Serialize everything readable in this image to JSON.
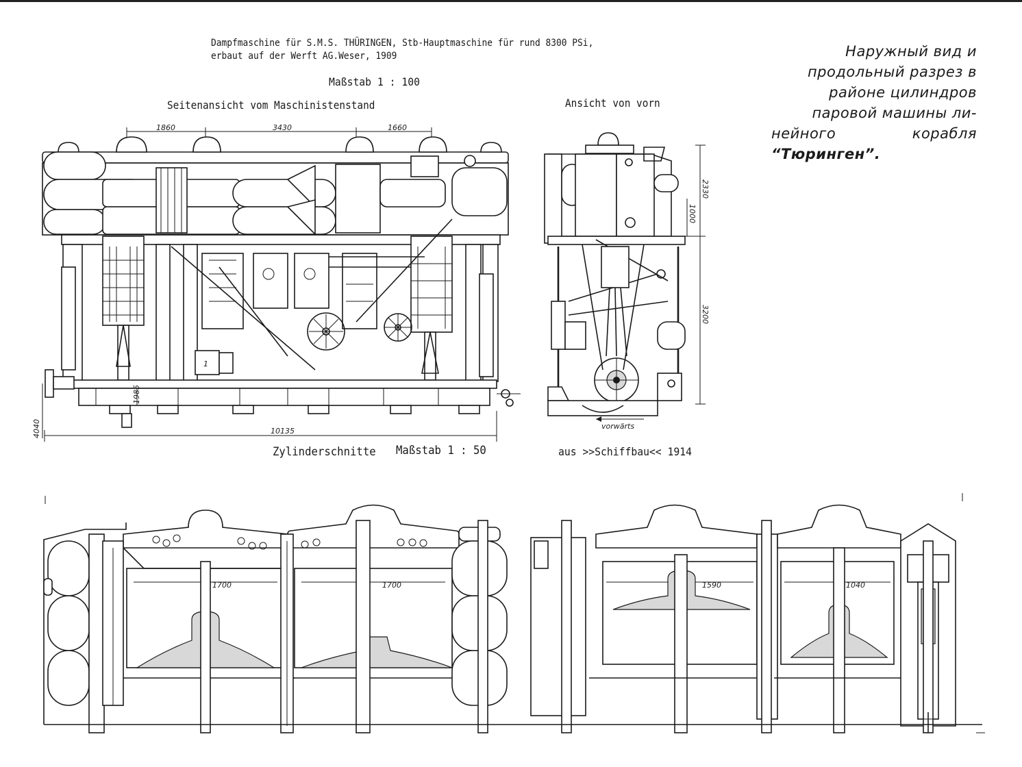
{
  "caption": {
    "line1": "Dampfmaschine für S.M.S. THÜRINGEN, Stb-Hauptmaschine für rund 8300 PSi,",
    "line2": "erbaut auf der Werft AG.Weser, 1909",
    "scale_top": "Maßstab  1 : 100",
    "side_view_label": "Seitenansicht vom Maschinistenstand",
    "front_view_label": "Ansicht von vorn",
    "section_label": "Zylinderschnitte",
    "scale_bottom": "Maßstab 1 : 50",
    "source": "aus >>Schiffbau<< 1914"
  },
  "russian_caption": {
    "lines": [
      "Наружный вид  и",
      "продольный разрез в",
      "районе цилиндров",
      "паровой машины ли-",
      "нейного   корабля",
      "“Тюринген”."
    ]
  },
  "side_view": {
    "dims": [
      "1860",
      "3430",
      "1660",
      "10135",
      "4040",
      "1985"
    ],
    "block_label": "1"
  },
  "front_view": {
    "dims": [
      "2330",
      "1000",
      "3200"
    ],
    "arrow_label": "vorwärts"
  },
  "sections": {
    "bores": [
      "1700",
      "1700",
      "1590",
      "1040"
    ]
  }
}
